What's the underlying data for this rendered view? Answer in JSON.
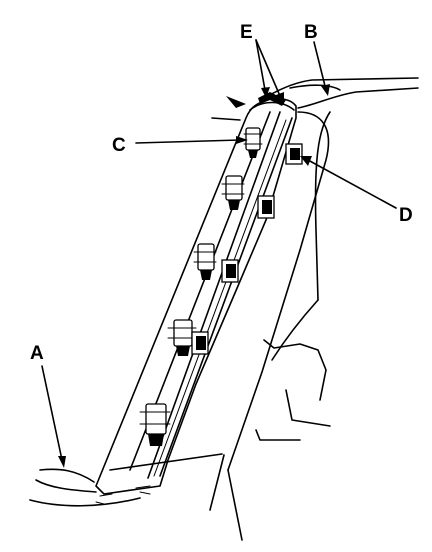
{
  "diagram": {
    "callouts": [
      {
        "id": "A",
        "label": "A"
      },
      {
        "id": "B",
        "label": "B"
      },
      {
        "id": "C",
        "label": "C"
      },
      {
        "id": "D",
        "label": "D"
      },
      {
        "id": "E",
        "label": "E"
      }
    ]
  }
}
